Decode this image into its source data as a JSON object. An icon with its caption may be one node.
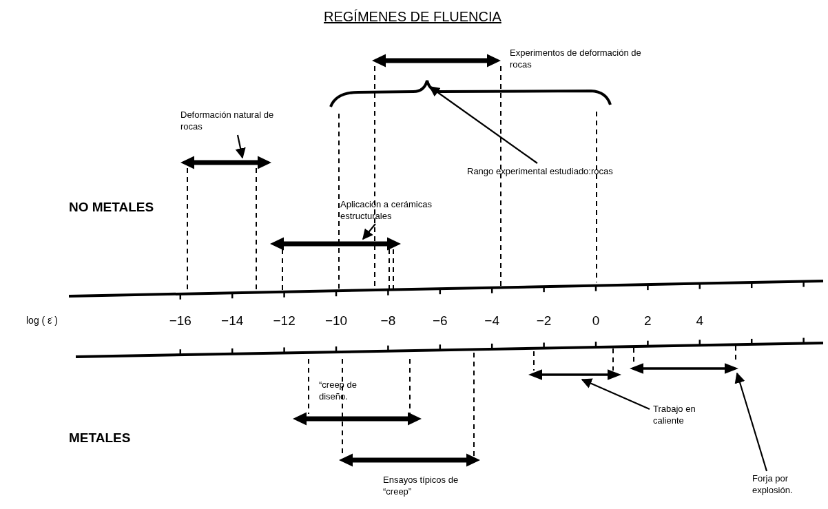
{
  "diagram": {
    "title": "REGÍMENES DE FLUENCIA",
    "nodes": [
      {
        "text": [],
        "shape": "bar",
        "beside": [
          "Experimentos de deformación de rocas"
        ]
      },
      {
        "text": [],
        "shape": "brace"
      },
      {
        "text": [
          "Deformación natural de rocas"
        ]
      },
      {
        "text": [],
        "shape": "bar"
      },
      {
        "text": [
          "Rango experimental estudiado:rocas"
        ]
      },
      {
        "text": [
          "Aplicación a cerámicas estructurales"
        ]
      },
      {
        "text": [],
        "shape": "bar"
      },
      {
        "text": [],
        "shape": "bar",
        "beside": [
          "“creep de diseño."
        ]
      },
      {
        "text": [],
        "shape": "bar"
      },
      {
        "text": [],
        "shape": "bar"
      },
      {
        "text": [
          "Trabajo en caliente"
        ]
      },
      {
        "text": [],
        "shape": "bar",
        "beside": [
          "Ensayos típicos de “creep”"
        ]
      },
      {
        "text": [
          "Forja por explosión."
        ]
      }
    ],
    "edges": [
      {
        "from": 2,
        "to": 3,
        "arrow": "to"
      },
      {
        "from": 4,
        "to": 1,
        "arrow": "to"
      },
      {
        "from": 5,
        "to": 6,
        "arrow": "to"
      },
      {
        "from": 10,
        "to": 8,
        "arrow": "to"
      },
      {
        "from": 12,
        "to": 9,
        "arrow": "to"
      }
    ],
    "labels": [
      "NO METALES",
      "log ( ε̇ )",
      "−16",
      "−14",
      "−12",
      "−10",
      "−8",
      "−6",
      "−4",
      "−2",
      "0",
      "2",
      "4",
      "METALES"
    ]
  }
}
